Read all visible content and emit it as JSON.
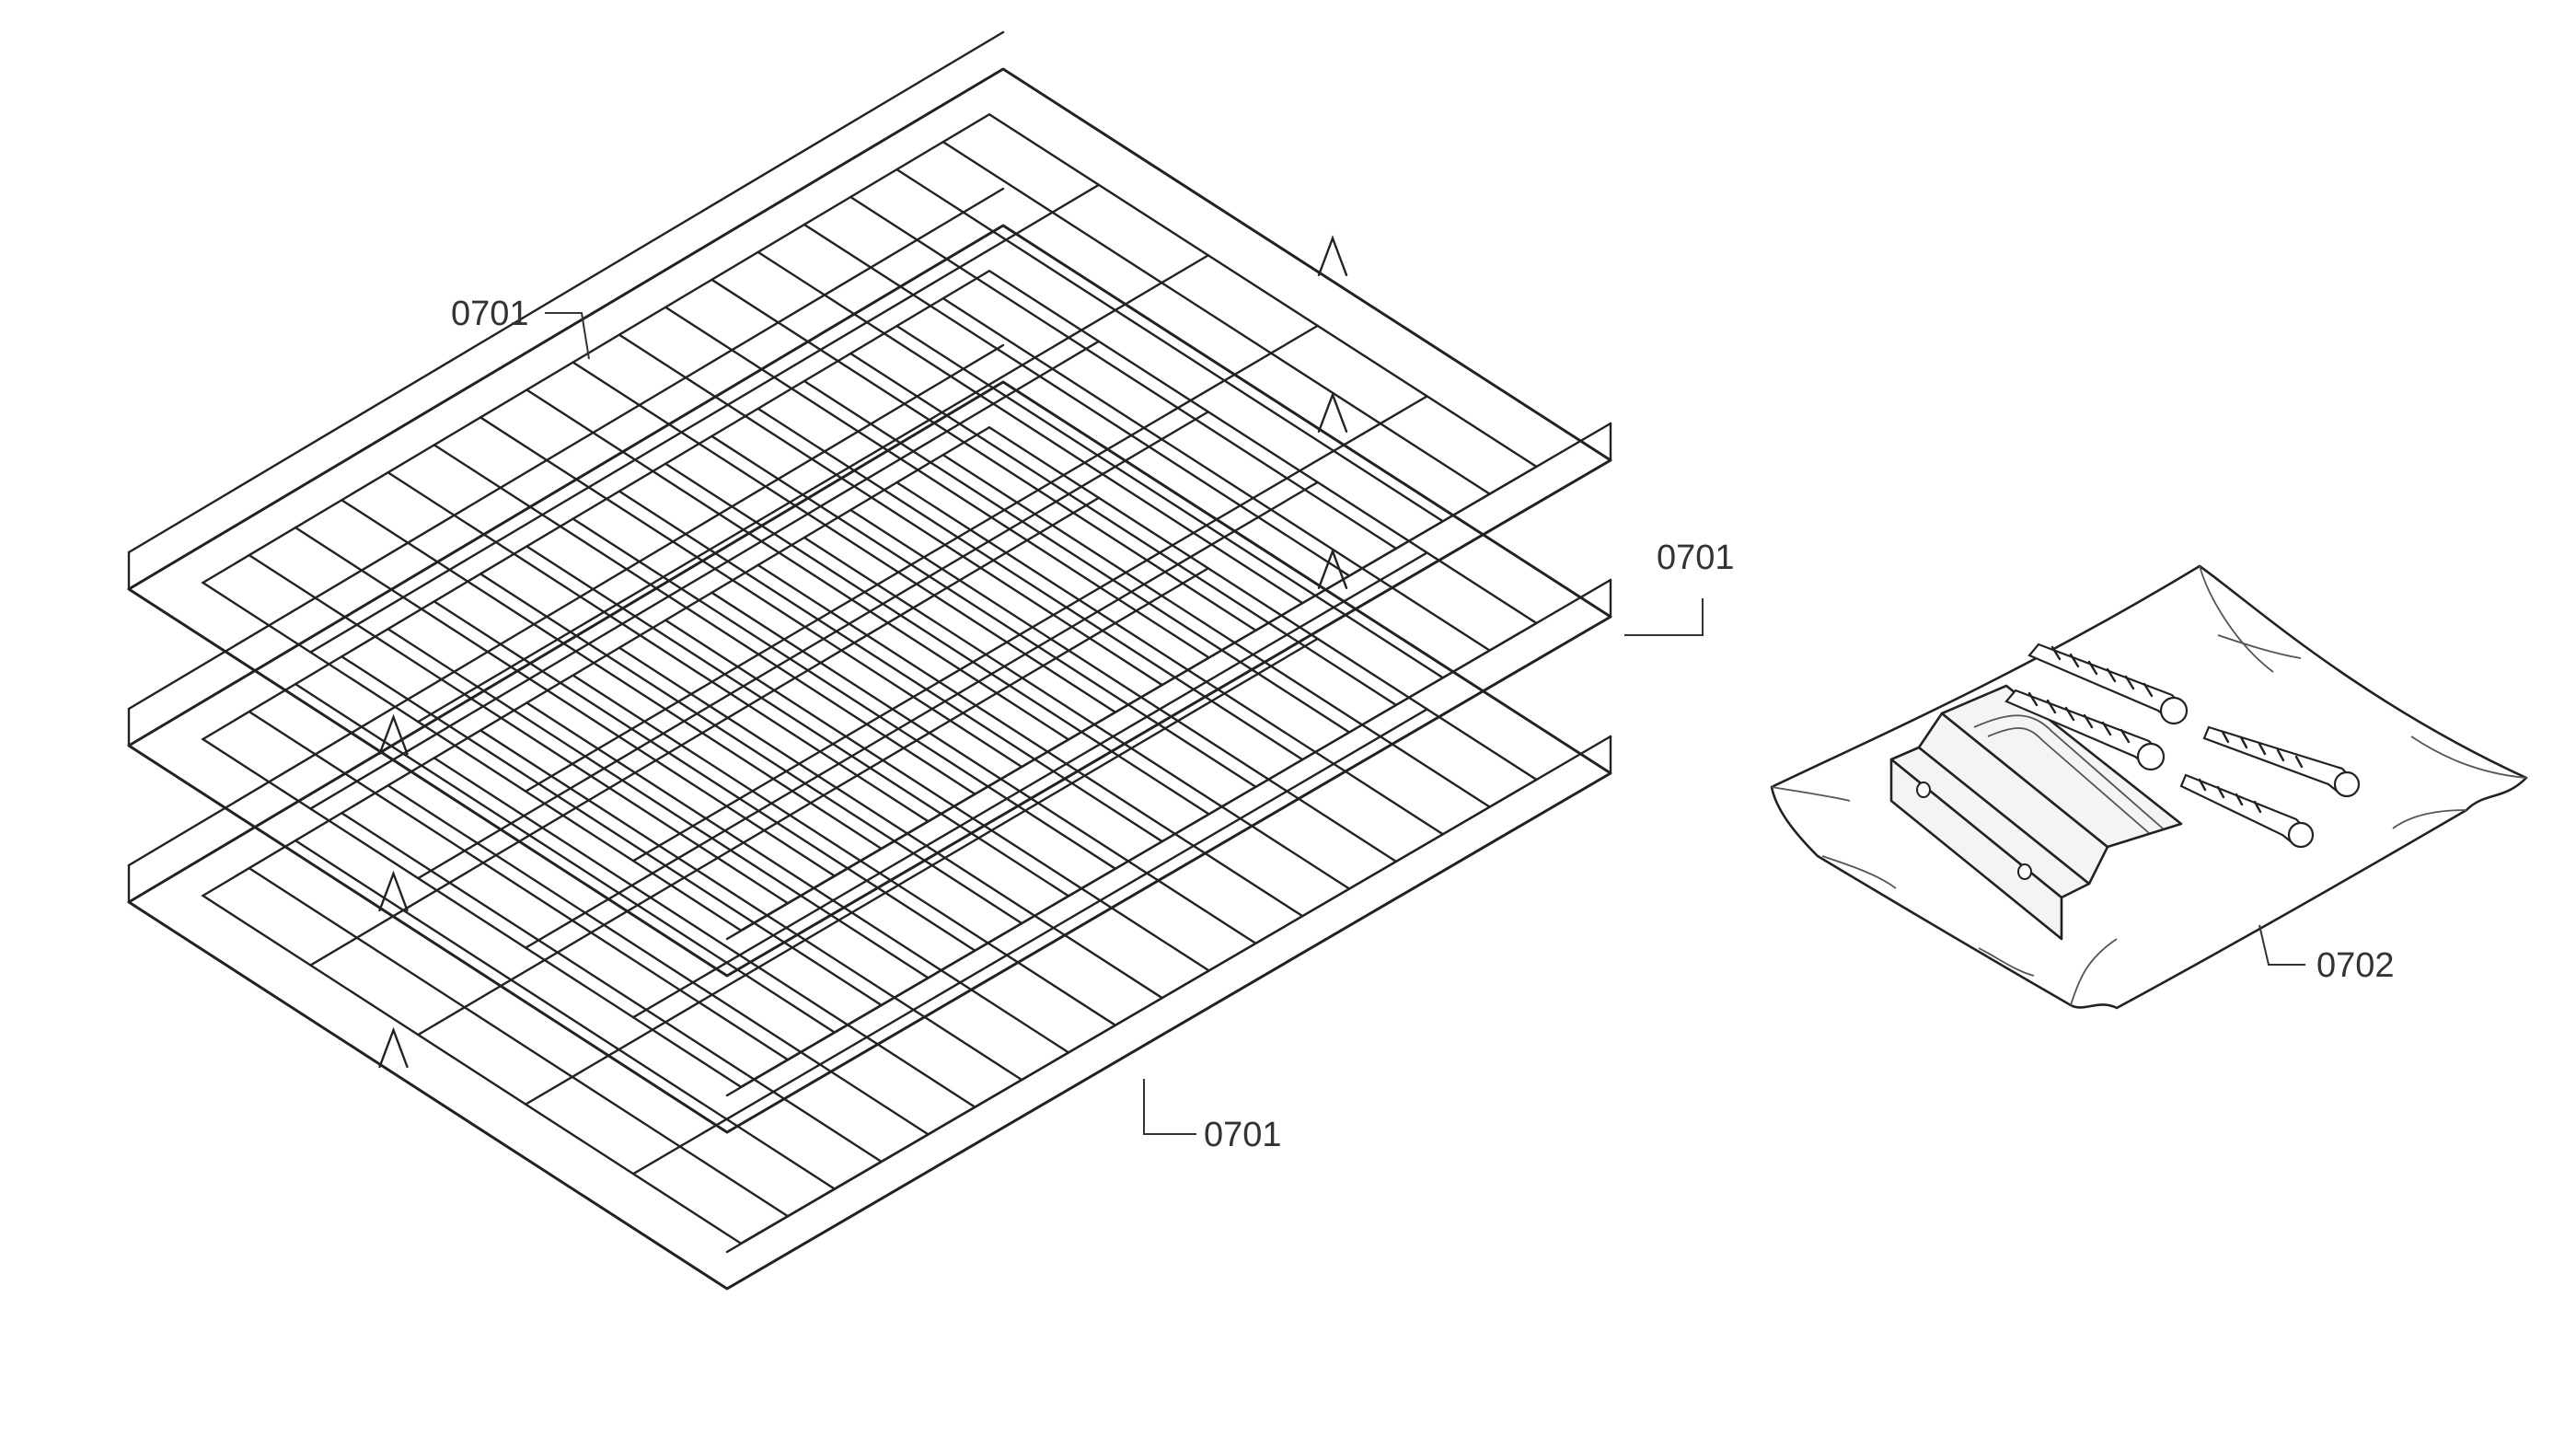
{
  "callouts": {
    "rack_top": "0701",
    "rack_middle": "0701",
    "rack_bottom": "0701",
    "hardware_kit": "0702"
  },
  "colors": {
    "line": "#222222",
    "background": "#ffffff"
  }
}
